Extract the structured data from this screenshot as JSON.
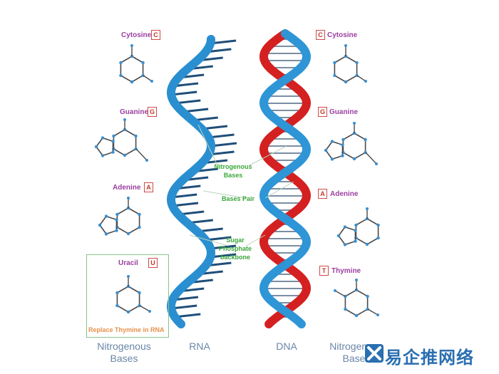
{
  "bases_left": {
    "cytosine": {
      "name": "Cytosine",
      "letter": "C"
    },
    "guanine": {
      "name": "Guanine",
      "letter": "G"
    },
    "adenine": {
      "name": "Adenine",
      "letter": "A"
    },
    "uracil": {
      "name": "Uracil",
      "letter": "U"
    }
  },
  "bases_right": {
    "cytosine": {
      "name": "Cytosine",
      "letter": "C"
    },
    "guanine": {
      "name": "Guanine",
      "letter": "G"
    },
    "adenine": {
      "name": "Adenine",
      "letter": "A"
    },
    "thymine": {
      "name": "Thymine",
      "letter": "T"
    }
  },
  "annotations": {
    "nitrogenous_bases": "Nitrogenous Bases",
    "bases_pair": "Bases Pair",
    "backbone": "Sugar Phosphate backbone"
  },
  "replace_note": "Replace Thymine in RNA",
  "footer": {
    "left": "Nitrogenous Bases",
    "rna": "RNA",
    "dna": "DNA",
    "right": "Nitrogenous Bases"
  },
  "logo": {
    "text": "易企推网络"
  },
  "colors": {
    "rna_blue": "#2a8fd0",
    "dna_blue": "#2e95d6",
    "dna_red": "#d42020",
    "rung": "#1f4e79",
    "atom": "#3a8fd0",
    "label_purple": "#9b3fa0",
    "annotation_green": "#3aa63a",
    "badge_red": "#c0392b"
  }
}
